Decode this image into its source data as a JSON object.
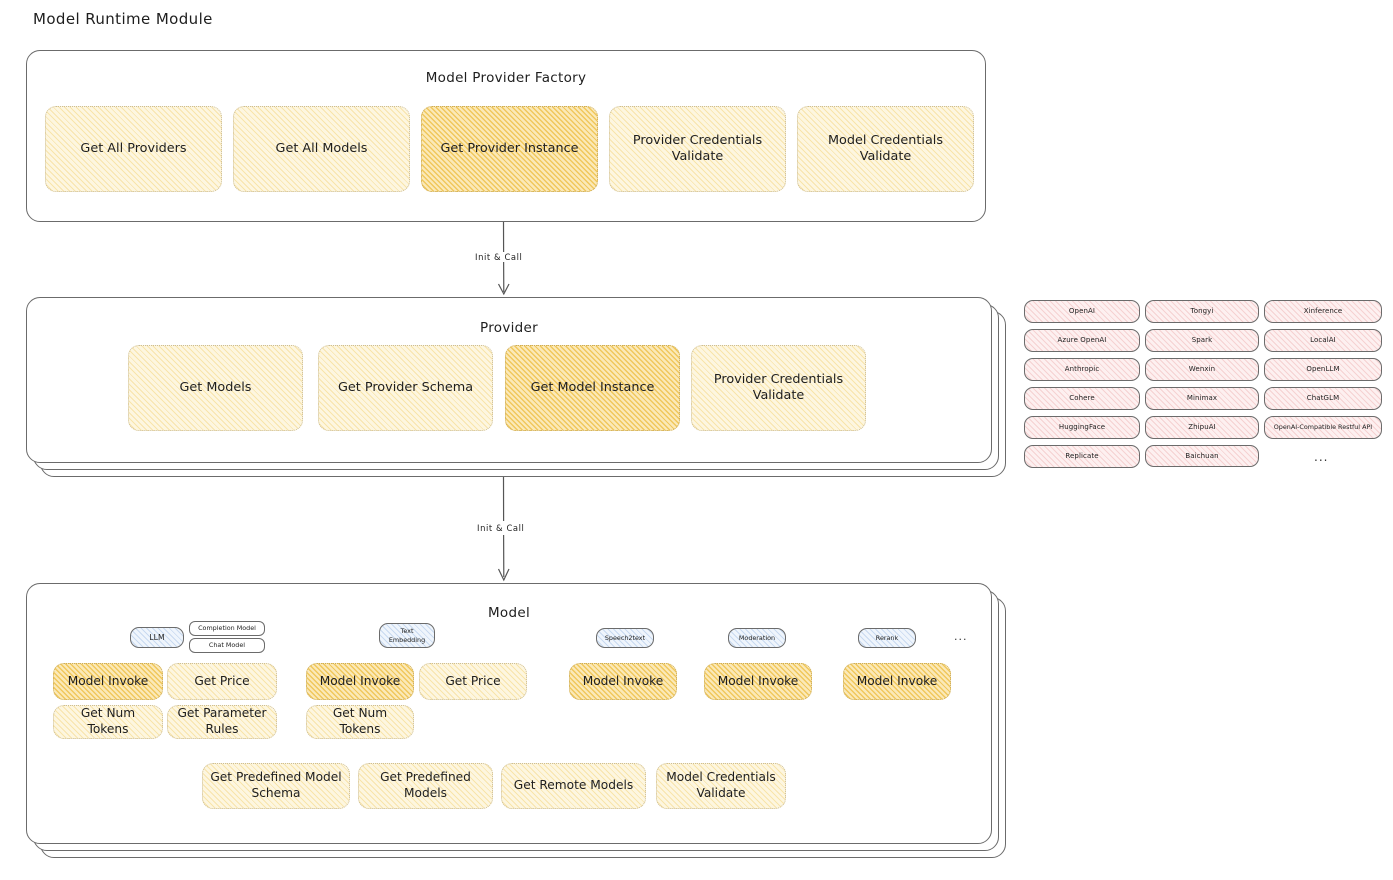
{
  "page": {
    "title": "Model Runtime Module"
  },
  "factory": {
    "title": "Model Provider Factory",
    "nodes": [
      {
        "label": "Get All Providers",
        "highlight": false
      },
      {
        "label": "Get All Models",
        "highlight": false
      },
      {
        "label": "Get Provider Instance",
        "highlight": true
      },
      {
        "label": "Provider Credentials Validate",
        "highlight": false
      },
      {
        "label": "Model Credentials Validate",
        "highlight": false
      }
    ]
  },
  "arrows": [
    {
      "label": "Init & Call"
    },
    {
      "label": "Init & Call"
    }
  ],
  "provider": {
    "title": "Provider",
    "nodes": [
      {
        "label": "Get Models",
        "highlight": false
      },
      {
        "label": "Get Provider Schema",
        "highlight": false
      },
      {
        "label": "Get Model Instance",
        "highlight": true
      },
      {
        "label": "Provider Credentials Validate",
        "highlight": false
      }
    ]
  },
  "provider_list": {
    "columns": [
      [
        "OpenAI",
        "Azure OpenAI",
        "Anthropic",
        "Cohere",
        "HuggingFace",
        "Replicate"
      ],
      [
        "Tongyi",
        "Spark",
        "Wenxin",
        "Minimax",
        "ZhipuAI",
        "Baichuan"
      ],
      [
        "Xinference",
        "LocalAI",
        "OpenLLM",
        "ChatGLM",
        "OpenAI-Compatible Restful API"
      ]
    ],
    "more": "..."
  },
  "model": {
    "title": "Model",
    "more": "...",
    "types": [
      {
        "name": "LLM",
        "subtypes": [
          "Completion Model",
          "Chat Model"
        ],
        "methods": [
          {
            "label": "Model Invoke",
            "highlight": true
          },
          {
            "label": "Get Price",
            "highlight": false
          },
          {
            "label": "Get Num Tokens",
            "highlight": false
          },
          {
            "label": "Get Parameter Rules",
            "highlight": false
          }
        ]
      },
      {
        "name": "Text Embedding",
        "subtypes": [],
        "methods": [
          {
            "label": "Model Invoke",
            "highlight": true
          },
          {
            "label": "Get Price",
            "highlight": false
          },
          {
            "label": "Get Num Tokens",
            "highlight": false
          }
        ]
      },
      {
        "name": "Speech2text",
        "subtypes": [],
        "methods": [
          {
            "label": "Model Invoke",
            "highlight": true
          }
        ]
      },
      {
        "name": "Moderation",
        "subtypes": [],
        "methods": [
          {
            "label": "Model Invoke",
            "highlight": true
          }
        ]
      },
      {
        "name": "Rerank",
        "subtypes": [],
        "methods": [
          {
            "label": "Model Invoke",
            "highlight": true
          }
        ]
      }
    ],
    "shared_methods": [
      "Get Predefined Model Schema",
      "Get Predefined Models",
      "Get Remote Models",
      "Model Credentials Validate"
    ]
  },
  "colors": {
    "highlight_fill": "#fbe9b8",
    "node_fill": "#fdf6e0",
    "provider_pill_fill": "#fdf0f0",
    "model_type_fill": "#eff5fc",
    "stroke": "#6b6b6b",
    "text": "#1e1e1e"
  }
}
